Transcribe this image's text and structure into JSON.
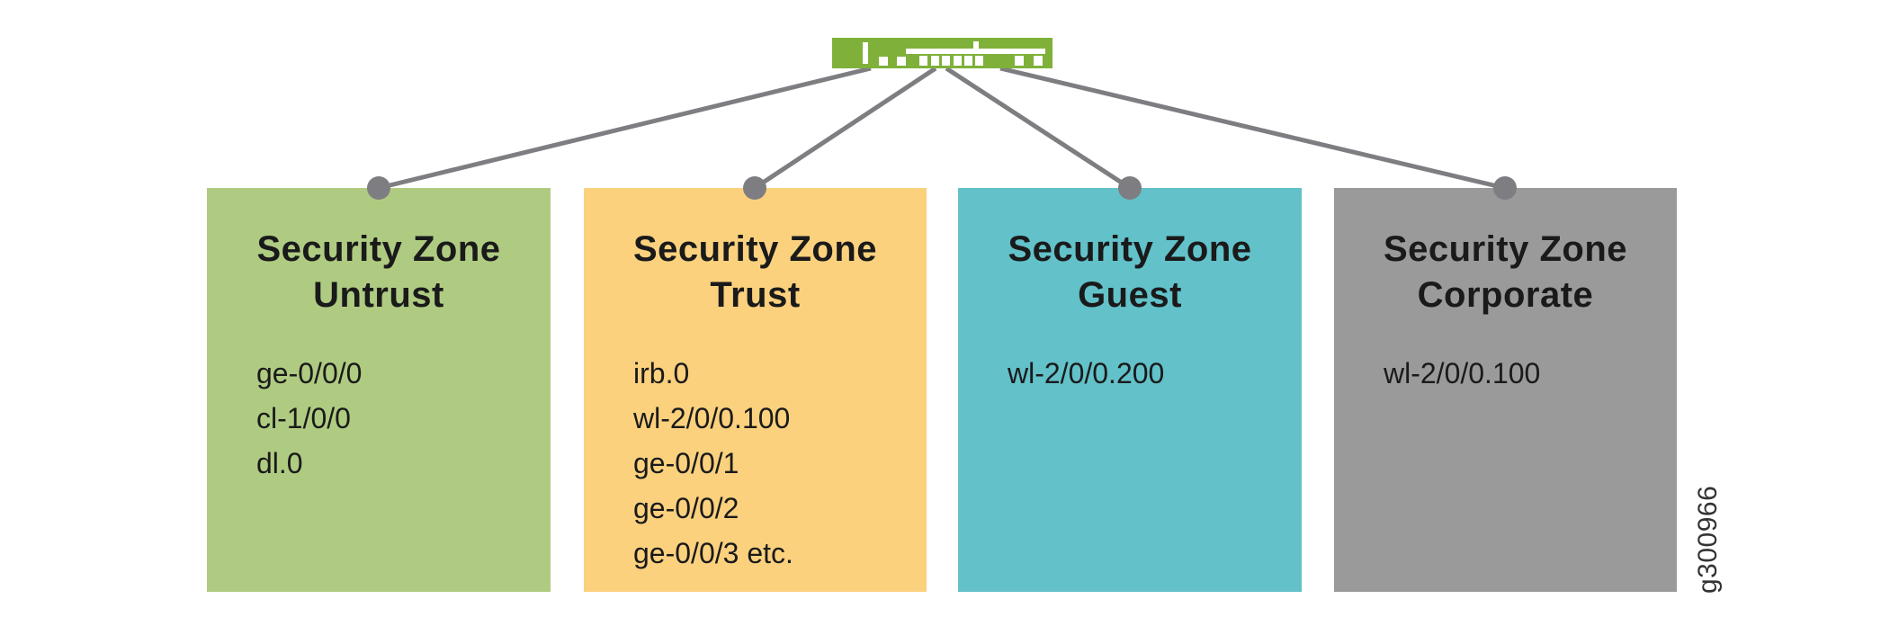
{
  "figure_label": "g300966",
  "device": {
    "icon": "router-front-panel"
  },
  "colors": {
    "device_body": "#7FB13A",
    "device_marks": "#FFFFFF",
    "connector": "#7E7E82",
    "text": "#1A1A1A",
    "figure_label_text": "#333333",
    "background": "#FFFFFF"
  },
  "zones": [
    {
      "title_line1": "Security Zone",
      "name": "Untrust",
      "color": "#AFCB82",
      "interfaces": [
        "ge-0/0/0",
        "cl-1/0/0",
        "dl.0"
      ]
    },
    {
      "title_line1": "Security Zone",
      "name": "Trust",
      "color": "#FBD17E",
      "interfaces": [
        "irb.0",
        "wl-2/0/0.100",
        "ge-0/0/1",
        "ge-0/0/2",
        "ge-0/0/3 etc."
      ]
    },
    {
      "title_line1": "Security Zone",
      "name": "Guest",
      "color": "#62C1C9",
      "interfaces": [
        "wl-2/0/0.200"
      ]
    },
    {
      "title_line1": "Security Zone",
      "name": "Corporate",
      "color": "#9B9A9A",
      "interfaces": [
        "wl-2/0/0.100"
      ]
    }
  ]
}
